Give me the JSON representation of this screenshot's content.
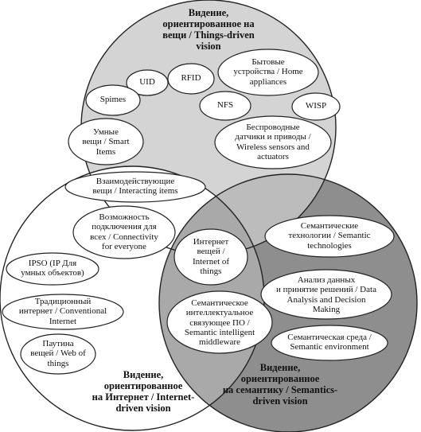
{
  "colors": {
    "top_circle": "#d4d4d4",
    "left_circle": "#ffffff",
    "right_circle": "#8e8e8e",
    "overlap_top_right": "#bcbcbc",
    "overlap_left_right": "#a9a9a9",
    "outline": "#222222",
    "oval_fill": "#ffffff"
  },
  "circles": {
    "things_title": "Видение,\nориентированное на\nвещи / Things-driven\nvision",
    "internet_title": "Видение,\nориентированное\nна Интернет / Internet-\ndriven vision",
    "semantics_title": "Видение,\nориентированное\nна семантику /  Semantics-\ndriven vision"
  },
  "ovals": {
    "uid": "UID",
    "rfid": "RFID",
    "home_appliances": "Бытовые\nустройства /  Home\nappliances",
    "spimes": "Spimes",
    "nfs": "NFS",
    "wisp": "WISP",
    "smart_items": "Умные\nвещи / Smart\nItems",
    "wireless_sensors": "Беспроводные\nдатчики и приводы /\nWireless sensors and\nactuators",
    "interacting_items": "Взаимодействующие\nвещи / Interacting items",
    "connectivity": "Возможность\nподключения для\nвсех / Connectivity\nfor everyone",
    "iot": "Интернет\nвещей /\nInternet of\nthings",
    "semantic_tech": "Семантические\nтехнологии / Semantic\ntechnologies",
    "ipso": "IPSO (IP Для\nумных объектов)",
    "data_analysis": "Анализ данных\nи принятие решений / Data\nAnalysis and Decision\nMaking",
    "conventional_internet": "Традиционный\nинтернет / Conventional\nInternet",
    "semantic_middleware": "Семантическое\nинтеллектуальное\nсвязующее ПО /\nSemantic intelligent\nmiddleware",
    "semantic_env": "Семантическая среда /\nSemantic environment",
    "web_of_things": "Паутина\nвещей / Web of\nthings"
  }
}
